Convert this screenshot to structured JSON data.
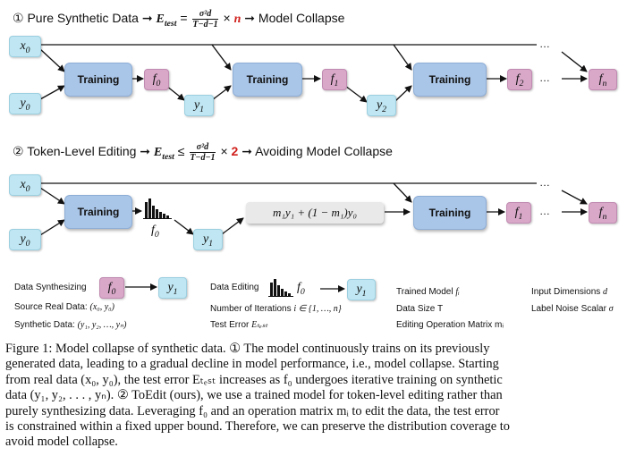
{
  "section1": {
    "num": "①",
    "prefix": "Pure Synthetic Data",
    "arrow": "➞",
    "e_test": "E",
    "e_test_sub": "test",
    "eq": "=",
    "frac_num": "σ²d",
    "frac_den": "T−d−1",
    "times": "×",
    "factor": "n",
    "suffix": "Model Collapse"
  },
  "section2": {
    "num": "②",
    "prefix": "Token-Level Editing",
    "arrow": "➞",
    "e_test": "E",
    "e_test_sub": "test",
    "eq": "≤",
    "frac_num": "σ²d",
    "frac_den": "T−d−1",
    "times": "×",
    "factor": "2",
    "suffix": "Avoiding Model Collapse"
  },
  "diagram1": {
    "x0": "x",
    "x0_sub": "0",
    "y0": "y",
    "y0_sub": "0",
    "training_label": "Training",
    "f0": "f",
    "f0_sub": "0",
    "y1": "y",
    "y1_sub": "1",
    "f1": "f",
    "f1_sub": "1",
    "y2": "y",
    "y2_sub": "2",
    "f2": "f",
    "f2_sub": "2",
    "fn": "f",
    "fn_sub": "n",
    "dots": "…"
  },
  "diagram2": {
    "x0": "x",
    "x0_sub": "0",
    "y0": "y",
    "y0_sub": "0",
    "training_label": "Training",
    "f0": "f",
    "f0_sub": "0",
    "y1": "y",
    "y1_sub": "1",
    "edit_formula": "m₁y₁ + (1 − m₁)y₀",
    "f1": "f",
    "f1_sub": "1",
    "fn": "f",
    "fn_sub": "n",
    "dots": "…"
  },
  "legend": {
    "data_synthesizing": "Data Synthesizing",
    "source_real": "Source Real Data: ",
    "source_real_math": "(x₀, y₀)",
    "synthetic_data": "Synthetic Data: ",
    "synthetic_data_math": "(y₁, y₂, …, yₙ)",
    "data_editing": "Data Editing",
    "num_iterations": "Number of Iterations ",
    "num_iterations_math": "i ∈ {1, …, n}",
    "test_error": "Test Error ",
    "test_error_math": "Eₜₑₛₜ",
    "trained_model": "Trained Model ",
    "trained_model_math": "fᵢ",
    "data_size": "Data Size T",
    "editing_matrix": "Editing Operation Matrix mᵢ",
    "input_dims": "Input Dimensions ",
    "input_dims_math": "d",
    "label_noise": "Label Noise Scalar ",
    "label_noise_math": "σ",
    "f0": "f",
    "f0_sub": "0",
    "y1": "y",
    "y1_sub": "1"
  },
  "caption": {
    "lines": [
      "Figure 1: Model collapse of synthetic data. ① The model continuously trains on its previously",
      "generated data, leading to a gradual decline in model performance, i.e., model collapse. Starting",
      "from real data (x₀, y₀), the test error Eₜₑₛₜ increases as f₀ undergoes iterative training on synthetic",
      "data (y₁, y₂, . . . , yₙ). ② ToEdit (ours), we use a trained model for token-level editing rather than",
      "purely synthesizing data. Leveraging f₀ and an operation matrix mᵢ to edit the data, the test error",
      "is constrained within a fixed upper bound. Therefore, we can preserve the distribution coverage to",
      "avoid model collapse."
    ]
  },
  "colors": {
    "var_box": "#bfe6f2",
    "f_box": "#d9a8c9",
    "training_box": "#a9c5e7",
    "edit_box": "#e9e9e9",
    "factor_red": "#d0201c"
  }
}
